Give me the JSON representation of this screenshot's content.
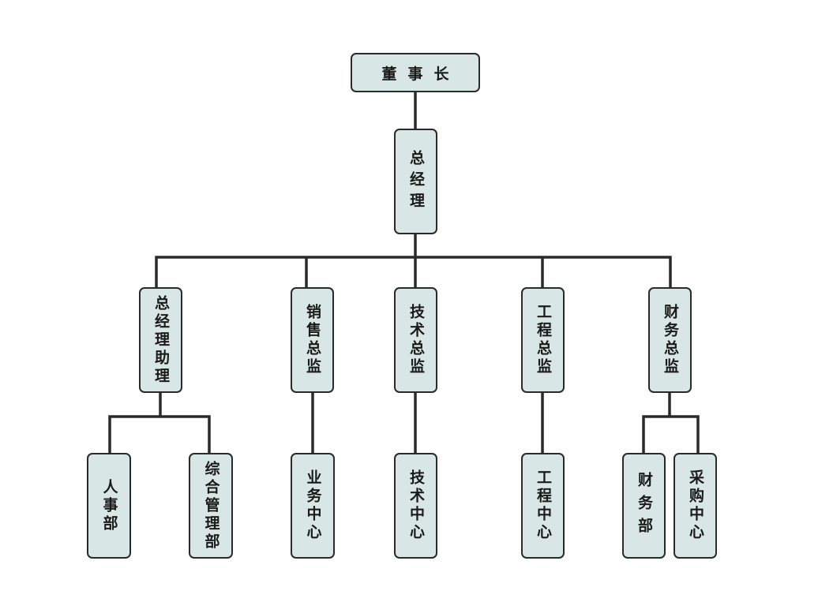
{
  "chart": {
    "root": "董事长",
    "gm": "总经理",
    "level2": [
      "总经理助理",
      "销售总监",
      "技术总监",
      "工程总监",
      "财务总监"
    ],
    "level3": [
      "人事部",
      "综合管理部",
      "业务中心",
      "技术中心",
      "工程中心",
      "财务部",
      "采购中心"
    ]
  },
  "colors": {
    "box_fill": "#d9e6e6",
    "line": "#2a2a2a"
  }
}
